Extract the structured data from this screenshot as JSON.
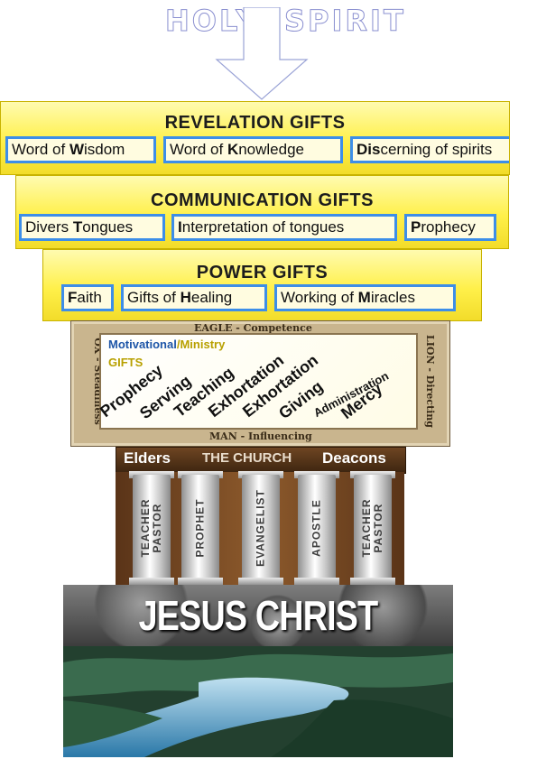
{
  "header": {
    "holy": "HOLY",
    "spirit": "SPIRIT"
  },
  "revelation": {
    "title": "REVELATION GIFTS",
    "gifts": [
      {
        "pre": "Word of ",
        "key": "W",
        "post": "isdom"
      },
      {
        "pre": "Word of ",
        "key": "K",
        "post": "nowledge"
      },
      {
        "pre": "",
        "key": "Dis",
        "post": "cerning of spirits"
      }
    ]
  },
  "communication": {
    "title": "COMMUNICATION GIFTS",
    "gifts": [
      {
        "pre": "Divers ",
        "key": "T",
        "post": "ongues"
      },
      {
        "pre": "",
        "key": "I",
        "post": "nterpretation of tongues"
      },
      {
        "pre": "",
        "key": "P",
        "post": "rophecy"
      }
    ]
  },
  "power": {
    "title": "POWER GIFTS",
    "gifts": [
      {
        "pre": "",
        "key": "F",
        "post": "aith"
      },
      {
        "pre": "Gifts of ",
        "key": "H",
        "post": "ealing"
      },
      {
        "pre": "Working of ",
        "key": "M",
        "post": "iracles"
      }
    ]
  },
  "motivational": {
    "top": "EAGLE - Competence",
    "bottom": "MAN - Influencing",
    "left": "OX - Steadiness",
    "right": "LION - Directing",
    "title_a": "Motivational",
    "title_sep": "/",
    "title_b": "Ministry",
    "title_c": "GIFTS",
    "words": [
      "Prophecy",
      "Serving",
      "Teaching",
      "Exhortation",
      "Exhortation",
      "Giving",
      "Administration",
      "Mercy"
    ],
    "colors": {
      "motivational": "#1e56a8",
      "ministry": "#b8a000"
    }
  },
  "church": {
    "left": "Elders",
    "center": "THE CHURCH",
    "right": "Deacons",
    "pillars": [
      "TEACHER\nPASTOR",
      "PROPHET",
      "EVANGELIST",
      "APOSTLE",
      "TEACHER\nPASTOR"
    ]
  },
  "foundation": {
    "title": "JESUS CHRIST"
  },
  "colors": {
    "gift_border": "#3d8ee8",
    "band": "#fff04a"
  }
}
